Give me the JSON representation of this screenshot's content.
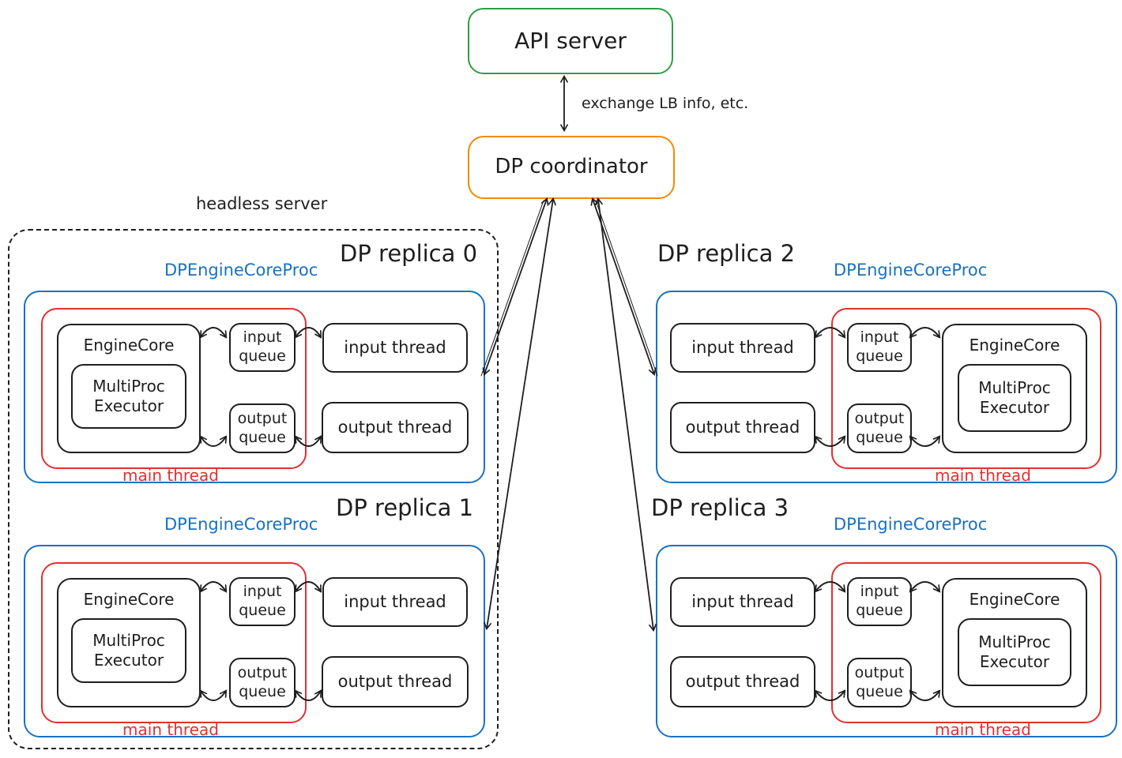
{
  "colors": {
    "green": "#2f9e44",
    "orange": "#f08c00",
    "blue": "#1971c2",
    "red": "#e03131",
    "ink": "#1e1e1e"
  },
  "top": {
    "api_server_label": "API server",
    "coordinator_label": "DP coordinator",
    "link_label": "exchange LB info, etc."
  },
  "headless": {
    "label": "headless server"
  },
  "replicas": [
    {
      "title": "DP replica 0",
      "proc": "DPEngineCoreProc",
      "engine": "EngineCore",
      "executor": "MultiProc Executor",
      "input_queue": "input queue",
      "output_queue": "output queue",
      "input_thread": "input thread",
      "output_thread": "output thread",
      "main_thread": "main thread"
    },
    {
      "title": "DP replica 1",
      "proc": "DPEngineCoreProc",
      "engine": "EngineCore",
      "executor": "MultiProc Executor",
      "input_queue": "input queue",
      "output_queue": "output queue",
      "input_thread": "input thread",
      "output_thread": "output thread",
      "main_thread": "main thread"
    },
    {
      "title": "DP replica 2",
      "proc": "DPEngineCoreProc",
      "engine": "EngineCore",
      "executor": "MultiProc Executor",
      "input_queue": "input queue",
      "output_queue": "output queue",
      "input_thread": "input thread",
      "output_thread": "output thread",
      "main_thread": "main thread"
    },
    {
      "title": "DP replica 3",
      "proc": "DPEngineCoreProc",
      "engine": "EngineCore",
      "executor": "MultiProc Executor",
      "input_queue": "input queue",
      "output_queue": "output queue",
      "input_thread": "input thread",
      "output_thread": "output thread",
      "main_thread": "main thread"
    }
  ]
}
